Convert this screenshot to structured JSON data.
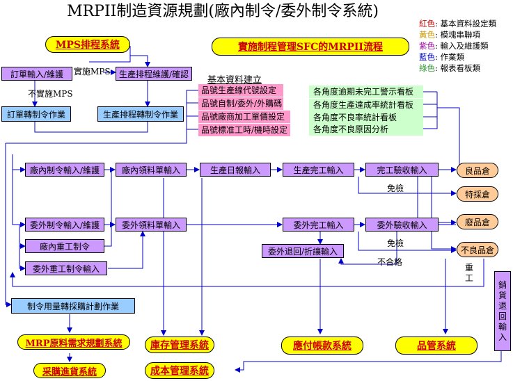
{
  "title": "MRPII制造資源規劃(廠內制令/委外制令系統)",
  "legend": [
    {
      "color": "#cc0000",
      "name": "紅色",
      "desc": ": 基本資料設定類"
    },
    {
      "color": "#cc9900",
      "name": "黃色",
      "desc": ": 模塊串聯項"
    },
    {
      "color": "#990099",
      "name": "紫色",
      "desc": ": 輸入及維護類"
    },
    {
      "color": "#0000cc",
      "name": "藍色",
      "desc": ": 作業類"
    },
    {
      "color": "#339933",
      "name": "綠色",
      "desc": ": 報表看板類"
    }
  ],
  "systems": {
    "mps": "MPS排程系統",
    "sfc_flow": "實施制程管理SFC的MRPII流程",
    "mrp": "MRP原料需求規劃系統",
    "purchasing": "采購進貨系統",
    "inventory": "庫存管理系統",
    "cost": "成本管理系統",
    "payable": "應付帳款系統",
    "quality": "品管系統"
  },
  "boxes": {
    "order_input": "訂單輸入/維護",
    "order_to_mo": "訂單轉制令作業",
    "schedule_maint": "生產排程維護/確認",
    "schedule_to_mo": "生產排程轉制令作業",
    "in_mo_input": "廠內制令輸入/維護",
    "in_pick_input": "廠內領料單輸入",
    "daily_report": "生產日報輸入",
    "completion_input": "生產完工輸入",
    "acceptance_input": "完工驗收輸入",
    "out_mo_input": "委外制令輸入/維護",
    "out_pick_input": "委外領料單輸入",
    "in_rework": "廠內重工制令",
    "out_rework": "委外重工制令輸入",
    "out_completion": "委外完工輸入",
    "out_acceptance": "委外驗收輸入",
    "out_return": "委外退回/折讓輸入",
    "mrp_transfer": "制令用量轉採購計劃作業",
    "sales_return": "銷貨退回輸入"
  },
  "basic_data": {
    "heading": "基本資料建立",
    "items": [
      "品號生產線代號設定",
      "品號自制/委外/外購碼",
      "品號廠商加工單價設定",
      "品號標准工時/機時設定"
    ]
  },
  "reports": [
    "各角度逾期未完工警示看板",
    "各角度生產達成率統計看板",
    "各角度不良率統計看板",
    "各角度不良原因分析"
  ],
  "warehouses": {
    "good": "良品倉",
    "special": "特採倉",
    "scrap": "廢品倉",
    "defective": "不良品倉"
  },
  "labels": {
    "implement_mps": "實施MPS",
    "no_mps": "不實施MPS",
    "exempt_1": "免檢",
    "exempt_2": "免檢",
    "reject": "不合格",
    "rework": "重工"
  }
}
